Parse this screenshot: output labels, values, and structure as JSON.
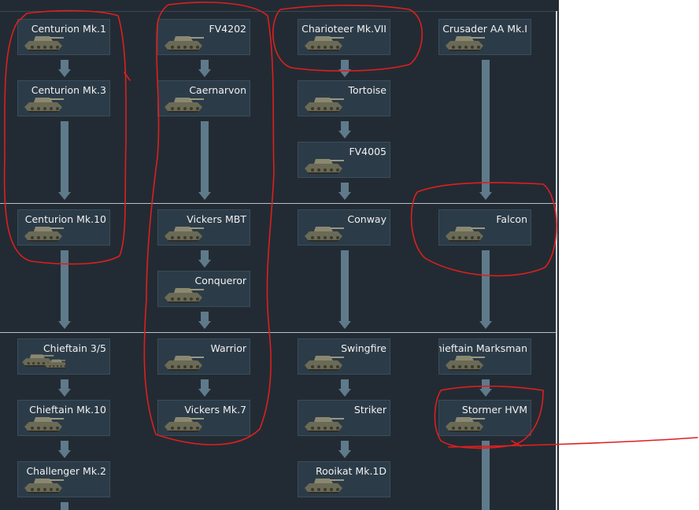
{
  "tech_tree": {
    "colors": {
      "background": "#222b33",
      "card": "#2c3b48",
      "arrow": "#5f7a8a",
      "annotation": "#dd1f1f"
    },
    "columns": [
      {
        "vehicles": [
          {
            "name": "Centurion Mk.1",
            "icon": "tank-icon"
          },
          {
            "name": "Centurion Mk.3",
            "icon": "tank-icon"
          },
          {
            "name": "Centurion Mk.10",
            "icon": "tank-icon"
          },
          {
            "name": "Chieftain 3/5",
            "icon": "tank-group-icon"
          },
          {
            "name": "Chieftain Mk.10",
            "icon": "tank-icon"
          },
          {
            "name": "Challenger Mk.2",
            "icon": "tank-icon"
          }
        ]
      },
      {
        "vehicles": [
          {
            "name": "FV4202",
            "icon": "tank-icon"
          },
          {
            "name": "Caernarvon",
            "icon": "tank-icon"
          },
          {
            "name": "Vickers MBT",
            "icon": "tank-icon"
          },
          {
            "name": "Conqueror",
            "icon": "tank-icon"
          },
          {
            "name": "Warrior",
            "icon": "tank-icon"
          },
          {
            "name": "Vickers Mk.7",
            "icon": "tank-icon"
          }
        ]
      },
      {
        "vehicles": [
          {
            "name": "Charioteer Mk.VII",
            "icon": "tank-icon"
          },
          {
            "name": "Tortoise",
            "icon": "tank-icon"
          },
          {
            "name": "FV4005",
            "icon": "tank-icon"
          },
          {
            "name": "Conway",
            "icon": "tank-icon"
          },
          {
            "name": "Swingfire",
            "icon": "tank-icon"
          },
          {
            "name": "Striker",
            "icon": "tank-icon"
          },
          {
            "name": "Rooikat Mk.1D",
            "icon": "tank-icon"
          }
        ]
      },
      {
        "vehicles": [
          {
            "name": "Crusader AA Mk.I",
            "icon": "tank-icon"
          },
          {
            "name": "Falcon",
            "icon": "tank-icon"
          },
          {
            "name": "Chieftain Marksman",
            "icon": "tank-icon"
          },
          {
            "name": "Stormer HVM",
            "icon": "tank-icon"
          }
        ]
      }
    ]
  }
}
